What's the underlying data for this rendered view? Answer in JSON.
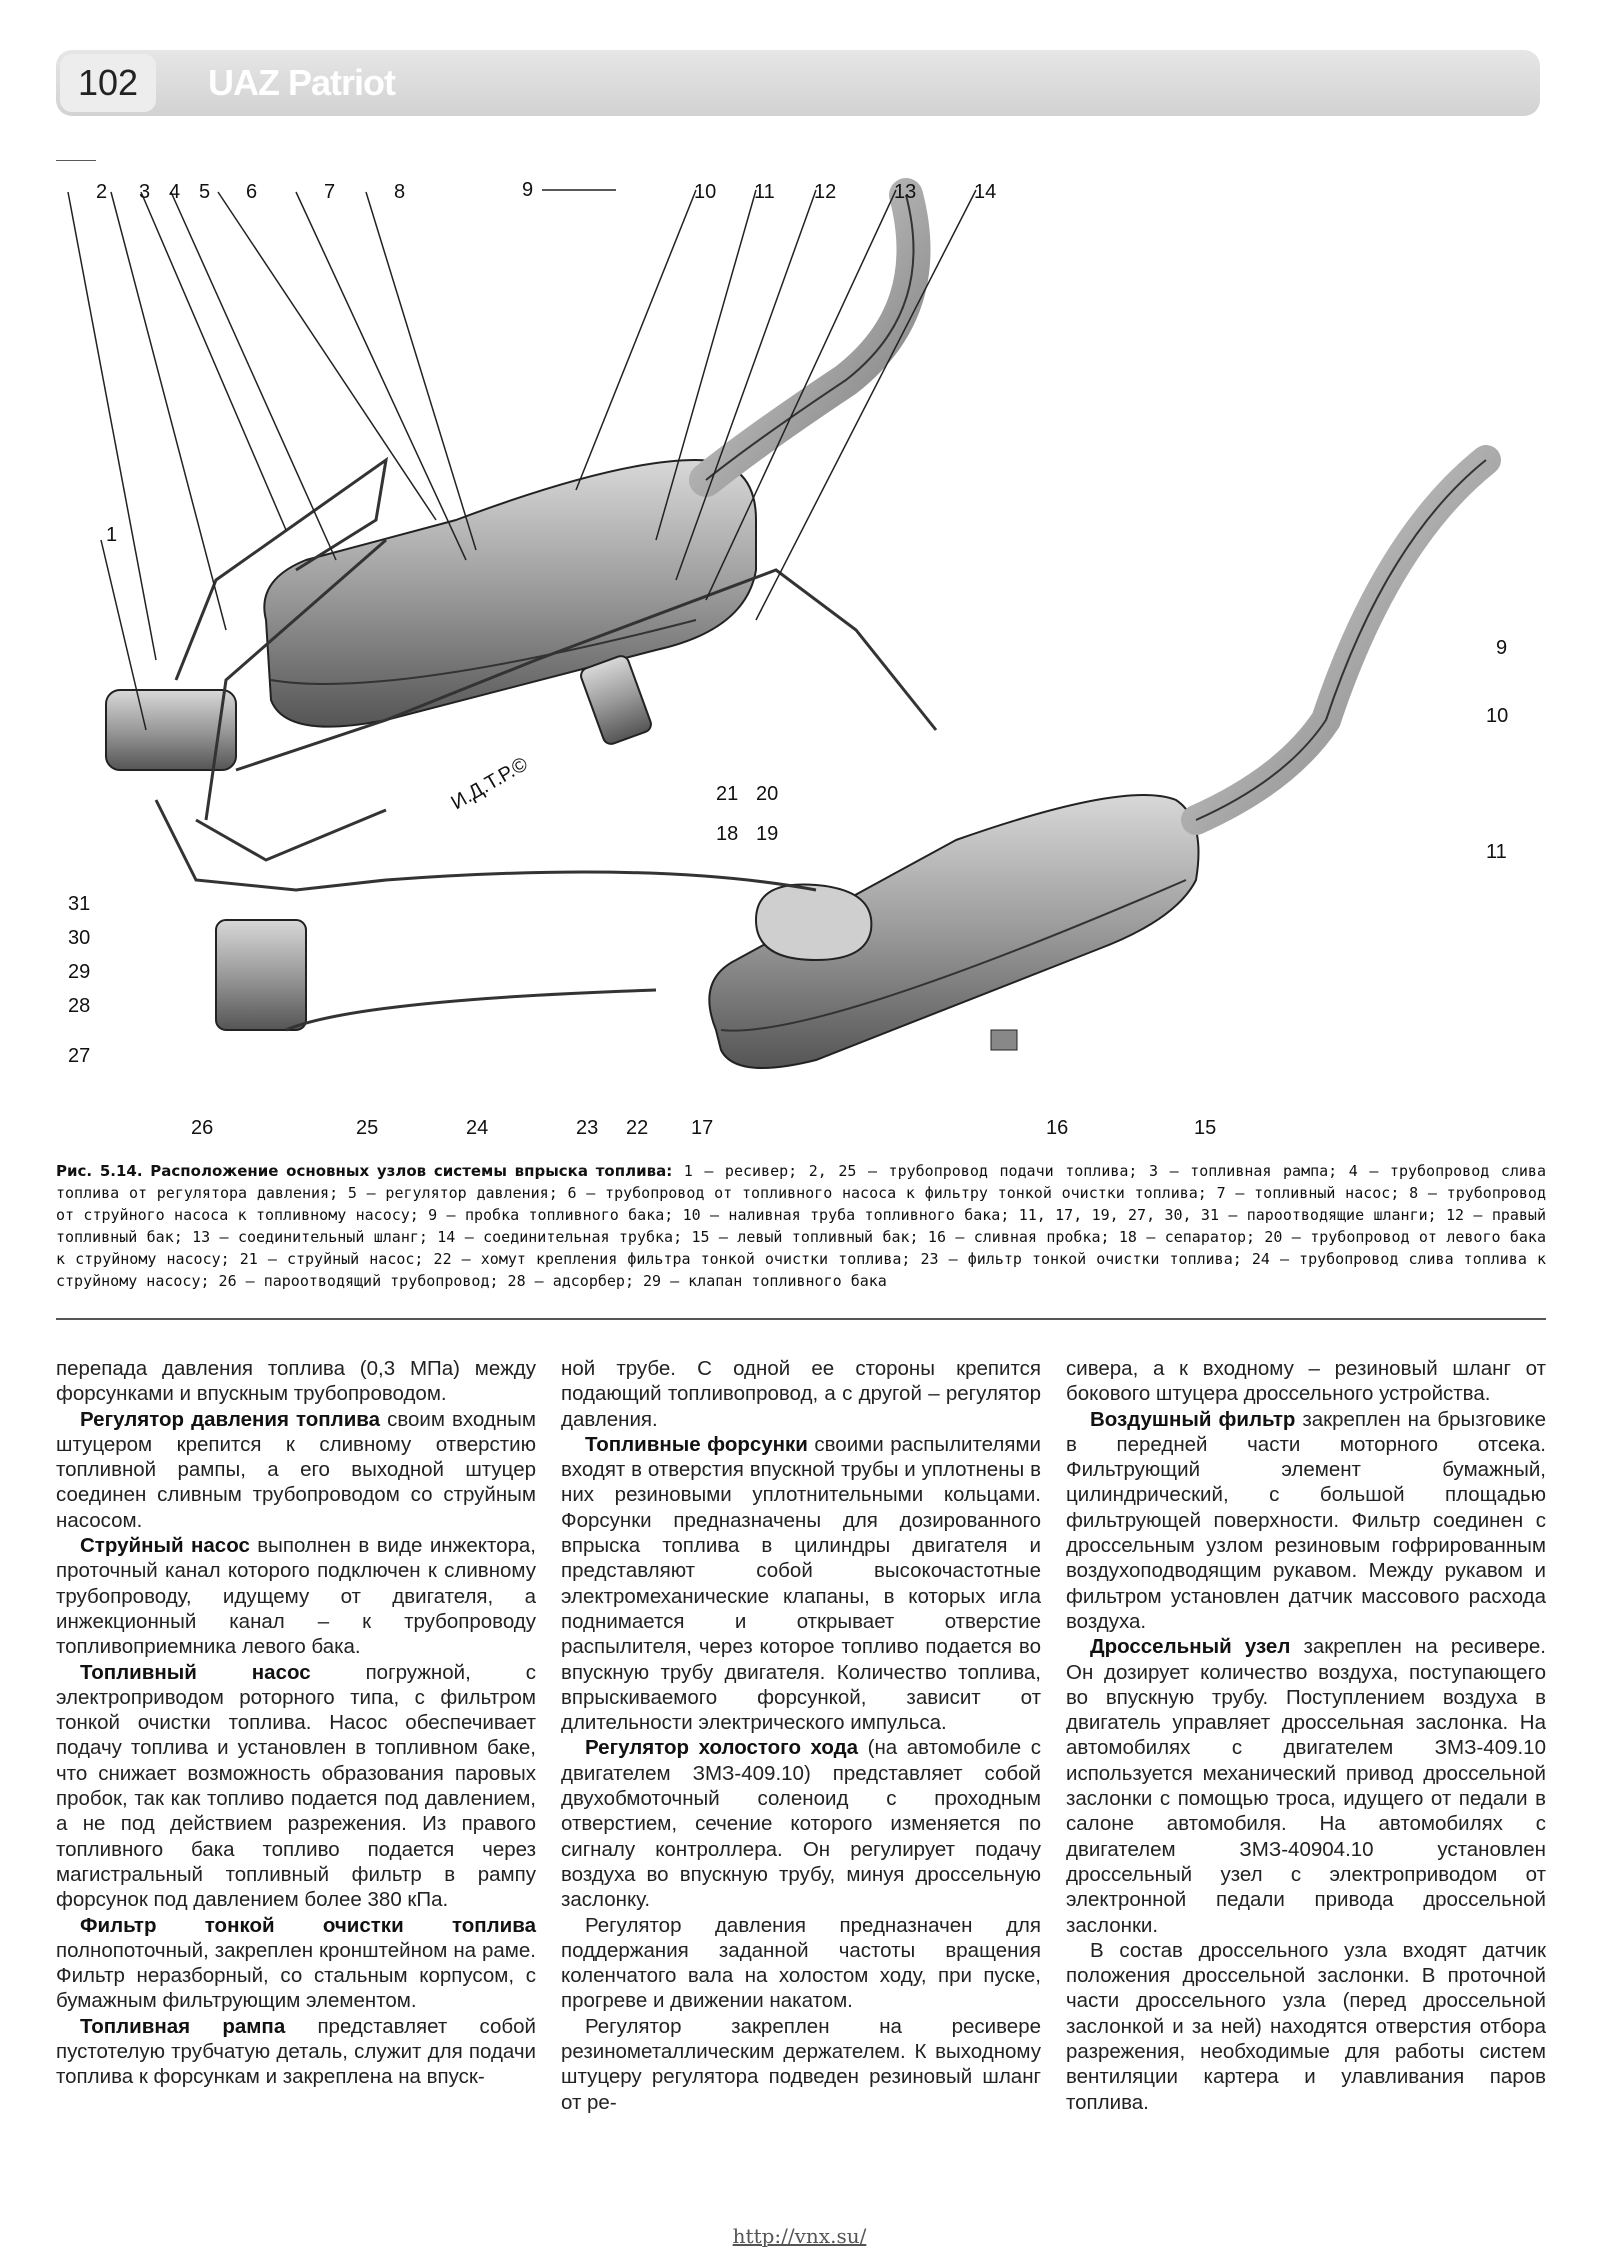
{
  "header": {
    "page_number": "102",
    "book_title": "UAZ Patriot"
  },
  "figure": {
    "labels": [
      "1",
      "2",
      "3",
      "4",
      "5",
      "6",
      "7",
      "8",
      "9",
      "10",
      "11",
      "12",
      "13",
      "14",
      "9",
      "10",
      "11",
      "15",
      "16",
      "17",
      "18",
      "19",
      "20",
      "21",
      "22",
      "23",
      "24",
      "25",
      "26",
      "27",
      "28",
      "29",
      "30",
      "31"
    ],
    "watermark": "И.Д.Т.Р.©"
  },
  "caption": {
    "title": "Рис. 5.14. Расположение основных узлов системы впрыска топлива:",
    "text": " 1 – ресивер; 2, 25 – трубопровод подачи топлива; 3 – топливная рампа; 4 – трубопровод слива топлива от регулятора давления; 5 – регулятор давления; 6 – трубопровод от топливного насоса к фильтру тонкой очистки топлива; 7 – топливный насос; 8 – трубопровод от струйного насоса к топливному насосу; 9 – пробка топливного бака; 10 – наливная труба топливного бака; 11, 17, 19, 27, 30, 31 – пароотводящие шланги; 12 – правый топливный бак; 13 – соединительный шланг; 14 – соединительная трубка; 15 – левый топливный бак; 16 – сливная пробка; 18 – сепаратор; 20 – трубопровод от левого бака к струйному насосу; 21 – струйный насос; 22 – хомут крепления фильтра тонкой очистки топлива; 23 – фильтр тонкой очистки топлива; 24 – трубопровод слива топлива к струйному насосу; 26 – пароотводящий трубопровод; 28 – адсорбер; 29 – клапан топливного бака"
  },
  "col1": {
    "p1": "перепада давления топлива (0,3 МПа) между форсунками и впускным трубопроводом.",
    "p2_bold": "Регулятор давления топлива",
    "p2": " своим входным штуцером крепится к сливному отверстию топливной рампы, а его выходной штуцер соединен сливным трубопроводом со струйным насосом.",
    "p3_bold": "Струйный насос",
    "p3": " выполнен в виде инжектора, проточный канал которого подключен к сливному трубопроводу, идущему от двигателя, а инжекционный канал – к трубопроводу топливоприемника левого бака.",
    "p4_bold": "Топливный насос",
    "p4": " погружной, с электроприводом роторного типа, с фильтром тонкой очистки топлива. Насос обеспечивает подачу топлива и установлен в топливном баке, что снижает возможность образования паровых пробок, так как топливо подается под давлением, а не под действием разрежения. Из правого топливного бака топливо подается через магистральный топливный фильтр в рампу форсунок под давлением более 380 кПа.",
    "p5_bold": "Фильтр тонкой очистки топлива",
    "p5": " полнопоточный, закреплен кронштейном на раме. Фильтр неразборный, со стальным корпусом, с бумажным фильтрующим элементом.",
    "p6_bold": "Топливная рампа",
    "p6": " представляет собой пустотелую трубчатую деталь, служит для подачи топлива к форсункам и закреплена на впуск-"
  },
  "col2": {
    "p1": "ной трубе. С одной ее стороны крепится подающий топливопровод, а с другой – регулятор давления.",
    "p2_bold": "Топливные форсунки",
    "p2": " своими распылителями входят в отверстия впускной трубы и уплотнены в них резиновыми уплотнительными кольцами. Форсунки предназначены для дозированного впрыска топлива в цилиндры двигателя и представляют собой высокочастотные электромеханические клапаны, в которых игла поднимается и открывает отверстие распылителя, через которое топливо подается во впускную трубу двигателя. Количество топлива, впрыскиваемого форсункой, зависит от длительности электрического импульса.",
    "p3_bold": "Регулятор холостого хода",
    "p3": " (на автомобиле с двигателем ЗМЗ-409.10) представляет собой двухобмоточный соленоид с проходным отверстием, сечение которого изменяется по сигналу контроллера. Он регулирует подачу воздуха во впускную трубу, минуя дроссельную заслонку.",
    "p4": "Регулятор давления предназначен для поддержания заданной частоты вращения коленчатого вала на холостом ходу, при пуске, прогреве и движении накатом.",
    "p5": "Регулятор закреплен на ресивере резинометаллическим держателем. К выходному штуцеру регулятора подведен резиновый шланг от ре-"
  },
  "col3": {
    "p1": "сивера, а к входному – резиновый шланг от бокового штуцера дроссельного устройства.",
    "p2_bold": "Воздушный фильтр",
    "p2": " закреплен на брызговике в передней части моторного отсека. Фильтрующий элемент бумажный, цилиндрический, с большой площадью фильтрующей поверхности. Фильтр соединен с дроссельным узлом резиновым гофрированным воздухоподводящим рукавом. Между рукавом и фильтром установлен датчик массового расхода воздуха.",
    "p3_bold": "Дроссельный узел",
    "p3": " закреплен на ресивере. Он дозирует количество воздуха, поступающего во впускную трубу. Поступлением воздуха в двигатель управляет дроссельная заслонка. На автомобилях с двигателем ЗМЗ-409.10 используется механический привод дроссельной заслонки с помощью троса, идущего от педали в салоне автомобиля. На автомобилях с двигателем ЗМЗ-40904.10 установлен дроссельный узел с электроприводом от электронной педали привода дроссельной заслонки.",
    "p4": "В состав дроссельного узла входят датчик положения дроссельной заслонки. В проточной части дроссельного узла (перед дроссельной заслонкой и за ней) находятся отверстия отбора разрежения, необходимые для работы систем вентиляции картера и улавливания паров топлива."
  },
  "footer": {
    "url": "http://vnx.su/"
  }
}
